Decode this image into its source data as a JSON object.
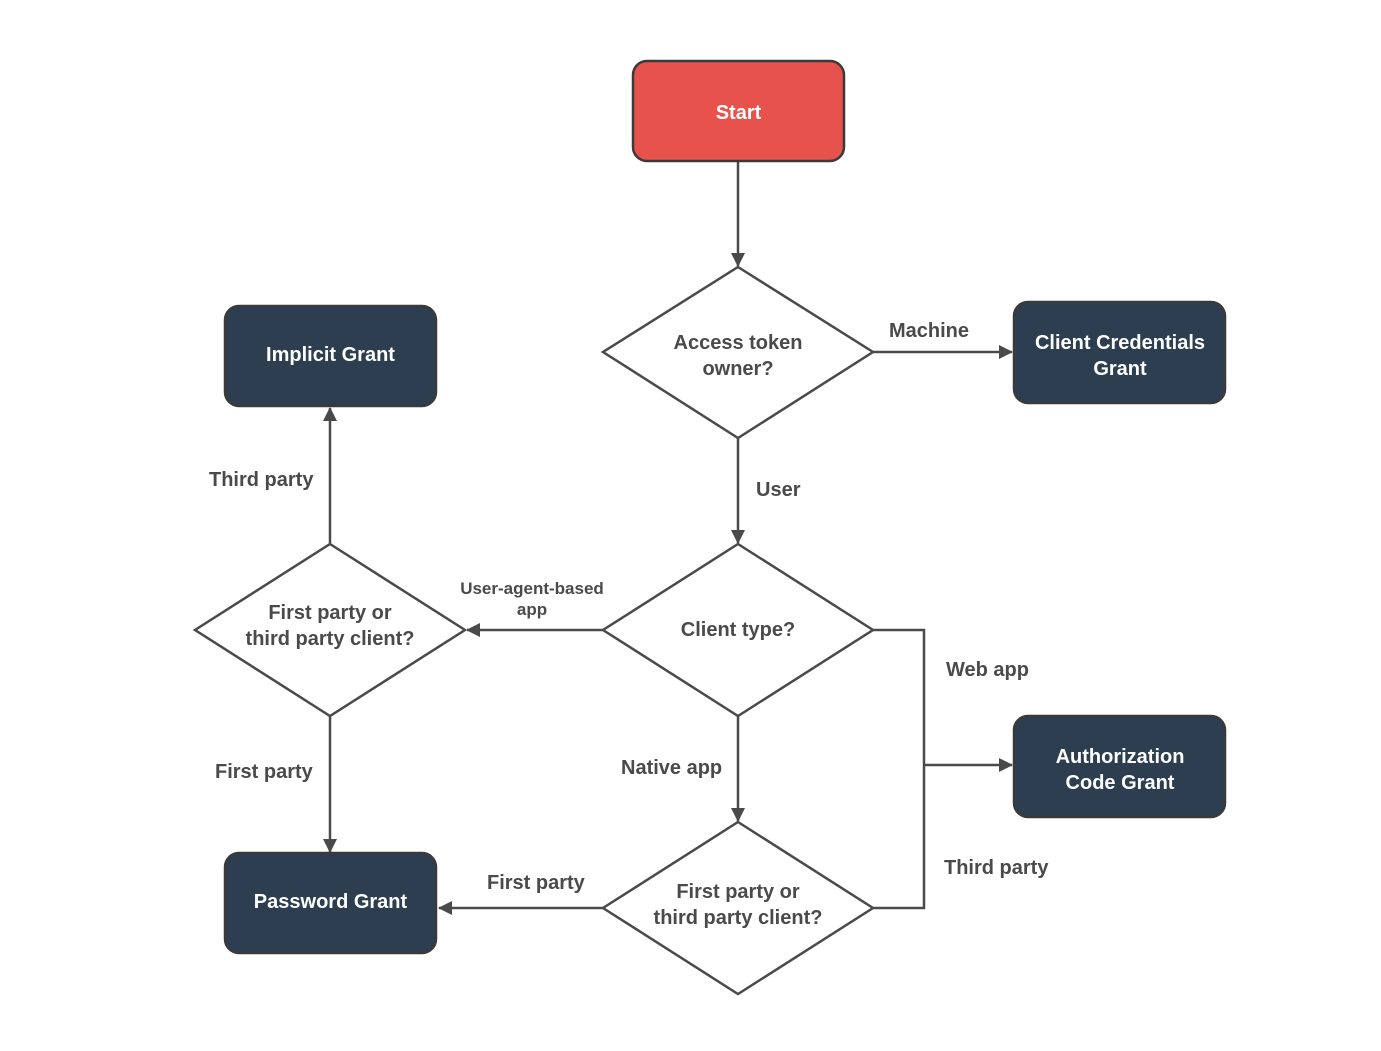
{
  "nodes": {
    "start": {
      "label": "Start"
    },
    "access_token_owner": {
      "lines": [
        "Access token",
        "owner?"
      ]
    },
    "client_credentials": {
      "lines": [
        "Client Credentials",
        "Grant"
      ]
    },
    "implicit_grant": {
      "label": "Implicit Grant"
    },
    "client_type": {
      "label": "Client type?"
    },
    "first_or_third_left": {
      "lines": [
        "First party or",
        "third party client?"
      ]
    },
    "authorization_code": {
      "lines": [
        "Authorization",
        "Code Grant"
      ]
    },
    "password_grant": {
      "label": "Password Grant"
    },
    "first_or_third_bottom": {
      "lines": [
        "First party or",
        "third party client?"
      ]
    }
  },
  "edge_labels": {
    "machine": "Machine",
    "user": "User",
    "third_party_left": "Third party",
    "user_agent": [
      "User-agent-based",
      "app"
    ],
    "web_app": "Web app",
    "first_party_left": "First party",
    "native_app": "Native app",
    "first_party_bottom": "First party",
    "third_party_right": "Third party"
  },
  "colors": {
    "start_fill": "#e8524d",
    "grant_fill": "#2c3e50",
    "line": "#4a4a4a"
  }
}
